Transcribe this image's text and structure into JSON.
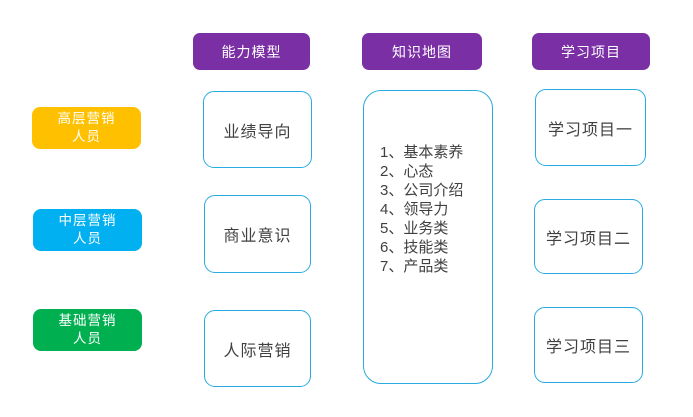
{
  "diagram": {
    "headers": {
      "competency_model": "能力模型",
      "knowledge_map": "知识地图",
      "learning_programs": "学习项目"
    },
    "roles": [
      {
        "line1": "高层营销",
        "line2": "人员",
        "color": "#ffc000"
      },
      {
        "line1": "中层营销",
        "line2": "人员",
        "color": "#00b0f0"
      },
      {
        "line1": "基础营销",
        "line2": "人员",
        "color": "#00b050"
      }
    ],
    "competency_model": {
      "items": [
        "业绩导向",
        "商业意识",
        "人际营销"
      ]
    },
    "knowledge_map": {
      "items": [
        "1、基本素养",
        "2、心态",
        "3、公司介绍",
        "4、领导力",
        "5、业务类",
        "6、技能类",
        "7、产品类"
      ]
    },
    "learning_programs": {
      "items": [
        "学习项目一",
        "学习项目二",
        "学习项目三"
      ]
    },
    "colors": {
      "header_bg": "#7a2fa5",
      "box_border": "#29abe2",
      "role_senior": "#ffc000",
      "role_middle": "#00b0f0",
      "role_basic": "#00b050",
      "text_dark": "#404040",
      "text_light": "#ffffff",
      "background": "#ffffff"
    }
  }
}
